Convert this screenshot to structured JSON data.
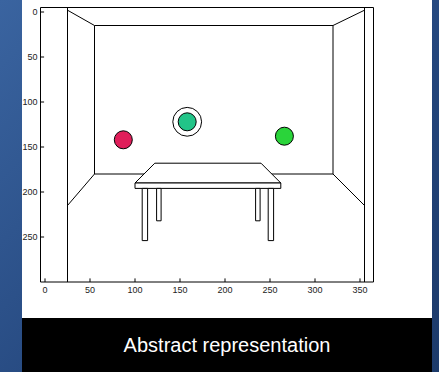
{
  "diagram": {
    "caption": "Abstract representation",
    "labels": [
      "0",
      "50",
      "100",
      "150",
      "200",
      "250",
      "0",
      "50",
      "100",
      "150",
      "200",
      "250",
      "300",
      "350"
    ]
  }
}
